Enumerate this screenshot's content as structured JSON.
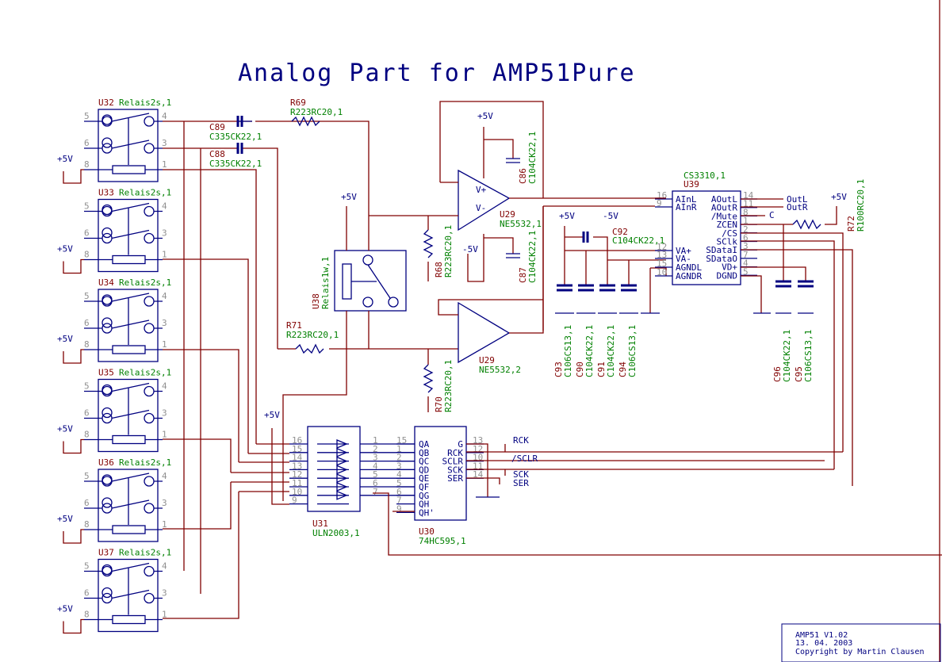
{
  "title": "Analog Part for AMP51Pure",
  "relays": [
    {
      "ref": "U32",
      "value": "Relais2s,1"
    },
    {
      "ref": "U33",
      "value": "Relais2s,1"
    },
    {
      "ref": "U34",
      "value": "Relais2s,1"
    },
    {
      "ref": "U35",
      "value": "Relais2s,1"
    },
    {
      "ref": "U36",
      "value": "Relais2s,1"
    },
    {
      "ref": "U37",
      "value": "Relais2s,1"
    }
  ],
  "relay_pins": {
    "p5": "5",
    "p6": "6",
    "p8": "8",
    "p4": "4",
    "p3": "3",
    "p1": "1"
  },
  "supply": {
    "pos": "+5V",
    "neg": "-5V"
  },
  "caps": {
    "c89": {
      "ref": "C89",
      "value": "C335CK22,1"
    },
    "c88": {
      "ref": "C88",
      "value": "C335CK22,1"
    },
    "c86": {
      "ref": "C86",
      "value": "C104CK22,1"
    },
    "c87": {
      "ref": "C87",
      "value": "C104CK22,1"
    },
    "c92": {
      "ref": "C92",
      "value": "C104CK22,1"
    },
    "c93": {
      "ref": "C93",
      "value": "C106CS13,1"
    },
    "c90": {
      "ref": "C90",
      "value": "C104CK22,1"
    },
    "c91": {
      "ref": "C91",
      "value": "C104CK22,1"
    },
    "c94": {
      "ref": "C94",
      "value": "C106CS13,1"
    },
    "c96": {
      "ref": "C96",
      "value": "C104CK22,1"
    },
    "c95": {
      "ref": "C95",
      "value": "C106CS13,1"
    }
  },
  "resistors": {
    "r69": {
      "ref": "R69",
      "value": "R223RC20,1"
    },
    "r68": {
      "ref": "R68",
      "value": "R223RC20,1"
    },
    "r71": {
      "ref": "R71",
      "value": "R223RC20,1"
    },
    "r70": {
      "ref": "R70",
      "value": "R223RC20,1"
    },
    "r72": {
      "ref": "R72",
      "value": "R100RC20,1"
    }
  },
  "opamp1": {
    "ref": "U29",
    "value": "NE5532,1",
    "vplus": "V+",
    "vminus": "V-"
  },
  "opamp2": {
    "ref": "U29",
    "value": "NE5532,2"
  },
  "relay1w": {
    "ref": "U38",
    "value": "Relais1w,1"
  },
  "u39": {
    "ref": "U39",
    "value": "CS3310,1",
    "left_pins": [
      {
        "num": "16",
        "name": "AInL"
      },
      {
        "num": "9",
        "name": "AInR"
      },
      {
        "num": "12",
        "name": "VA+"
      },
      {
        "num": "13",
        "name": "VA-"
      },
      {
        "num": "15",
        "name": "AGNDL"
      },
      {
        "num": "10",
        "name": "AGNDR"
      }
    ],
    "right_pins": [
      {
        "num": "14",
        "name": "AOutL"
      },
      {
        "num": "11",
        "name": "AOutR"
      },
      {
        "num": "8",
        "name": "/Mute"
      },
      {
        "num": "1",
        "name": "ZCEN"
      },
      {
        "num": "2",
        "name": "/CS"
      },
      {
        "num": "6",
        "name": "SClk"
      },
      {
        "num": "3",
        "name": "SDataI"
      },
      {
        "num": "7",
        "name": "SDataO"
      },
      {
        "num": "4",
        "name": "VD+"
      },
      {
        "num": "5",
        "name": "DGND"
      }
    ]
  },
  "nets": {
    "outl": "OutL",
    "outr": "OutR",
    "c": "C",
    "rck": "RCK",
    "sclr": "/SCLR",
    "sck": "SCK",
    "ser": "SER"
  },
  "u31": {
    "ref": "U31",
    "value": "ULN2003,1",
    "left_pins": [
      "16",
      "15",
      "14",
      "13",
      "12",
      "11",
      "10",
      "9"
    ],
    "right_pins": [
      "1",
      "2",
      "3",
      "4",
      "5",
      "6",
      "7"
    ]
  },
  "u30": {
    "ref": "U30",
    "value": "74HC595,1",
    "left_pins": [
      {
        "num": "15",
        "name": "QA"
      },
      {
        "num": "1",
        "name": "QB"
      },
      {
        "num": "2",
        "name": "QC"
      },
      {
        "num": "3",
        "name": "QD"
      },
      {
        "num": "4",
        "name": "QE"
      },
      {
        "num": "5",
        "name": "QF"
      },
      {
        "num": "6",
        "name": "QG"
      },
      {
        "num": "7",
        "name": "QH"
      },
      {
        "num": "9",
        "name": "QH'"
      }
    ],
    "right_pins": [
      {
        "num": "13",
        "name": "G"
      },
      {
        "num": "12",
        "name": "RCK"
      },
      {
        "num": "10",
        "name": "SCLR"
      },
      {
        "num": "11",
        "name": "SCK"
      },
      {
        "num": "14",
        "name": "SER"
      }
    ]
  },
  "title_block": {
    "line1": "AMP51 V1.02",
    "line2": "13. 04. 2003",
    "line3": "Copyright by Martin Clausen"
  }
}
